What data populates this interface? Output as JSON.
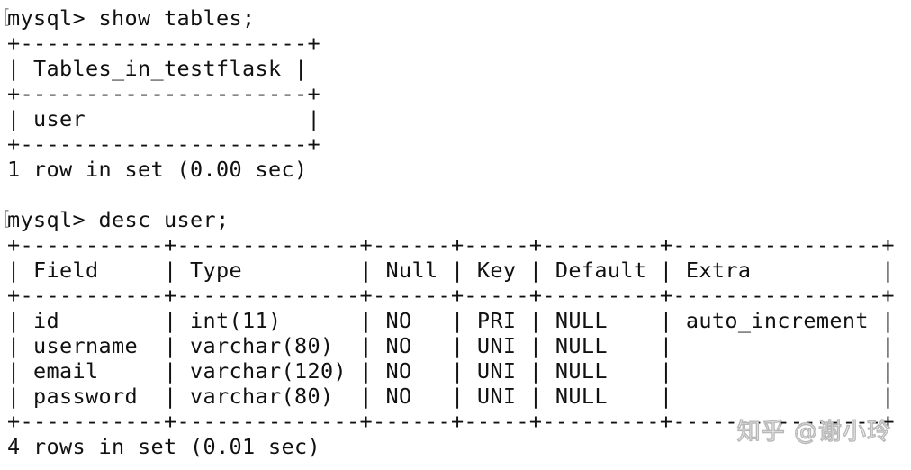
{
  "terminal": {
    "lines": [
      "mysql> show tables;",
      "+----------------------+",
      "| Tables_in_testflask |",
      "+----------------------+",
      "| user                 |",
      "+----------------------+",
      "1 row in set (0.00 sec)",
      "",
      "mysql> desc user;",
      "+-----------+--------------+------+-----+---------+----------------+",
      "| Field     | Type         | Null | Key | Default | Extra          |",
      "+-----------+--------------+------+-----+---------+----------------+",
      "| id        | int(11)      | NO   | PRI | NULL    | auto_increment |",
      "| username  | varchar(80)  | NO   | UNI | NULL    |                |",
      "| email     | varchar(120) | NO   | UNI | NULL    |                |",
      "| password  | varchar(80)  | NO   | UNI | NULL    |                |",
      "+-----------+--------------+------+-----+---------+----------------+",
      "4 rows in set (0.01 sec)"
    ]
  },
  "watermark": "知乎 @谢小玲"
}
